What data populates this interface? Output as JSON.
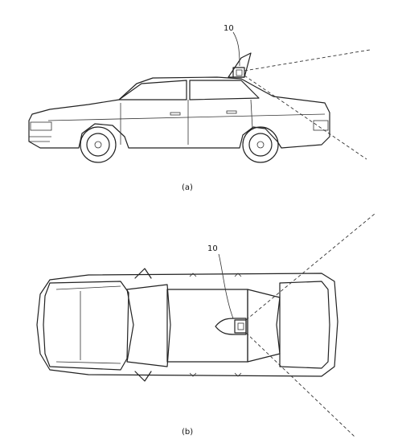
{
  "figure_a": {
    "caption": "(a)",
    "ref_label": "10"
  },
  "figure_b": {
    "caption": "(b)",
    "ref_label": "10"
  }
}
